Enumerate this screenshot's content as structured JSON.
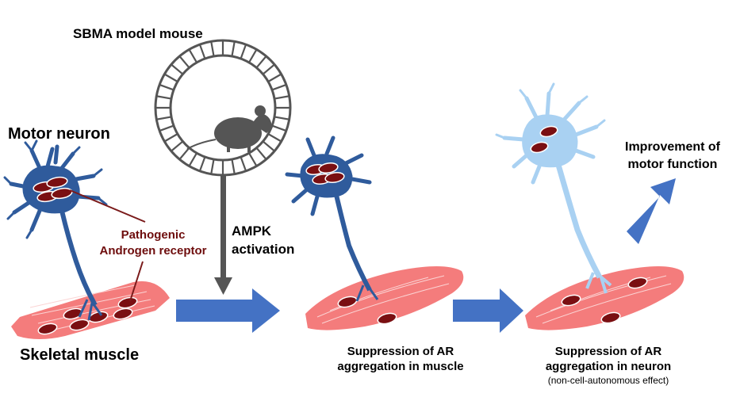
{
  "title": "SBMA model mouse",
  "labels": {
    "motor_neuron": "Motor neuron",
    "skeletal_muscle": "Skeletal muscle",
    "pathogenic_ar_line1": "Pathogenic",
    "pathogenic_ar_line2": "Androgen receptor",
    "ampk_line1": "AMPK",
    "ampk_line2": "activation",
    "suppression_muscle_line1": "Suppression of AR",
    "suppression_muscle_line2": "aggregation in muscle",
    "suppression_neuron_line1": "Suppression of AR",
    "suppression_neuron_line2": "aggregation in neuron",
    "non_cell_autonomous": "(non-cell-autonomous effect)",
    "improvement_line1": "Improvement of",
    "improvement_line2": "motor function"
  },
  "colors": {
    "neuron_diseased": "#2f5b9c",
    "neuron_healthy": "#a9d1f2",
    "muscle": "#f47c7c",
    "ar_aggregate": "#7a0f12",
    "arrow_blue": "#4472c4",
    "arrow_gray": "#555555",
    "label_red": "#6e0d0d"
  }
}
